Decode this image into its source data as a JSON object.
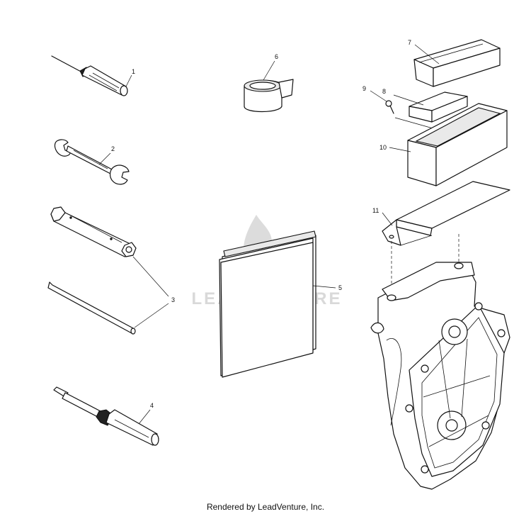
{
  "callouts": {
    "c1": "1",
    "c2": "2",
    "c3": "3",
    "c4": "4",
    "c5": "5",
    "c6": "6",
    "c7": "7",
    "c8": "8",
    "c9": "9",
    "c10": "10",
    "c11": "11"
  },
  "watermark": {
    "text": "LEADVENTURE",
    "color": "#d9d9d9"
  },
  "footer": {
    "text": "Rendered by LeadVenture, Inc."
  }
}
